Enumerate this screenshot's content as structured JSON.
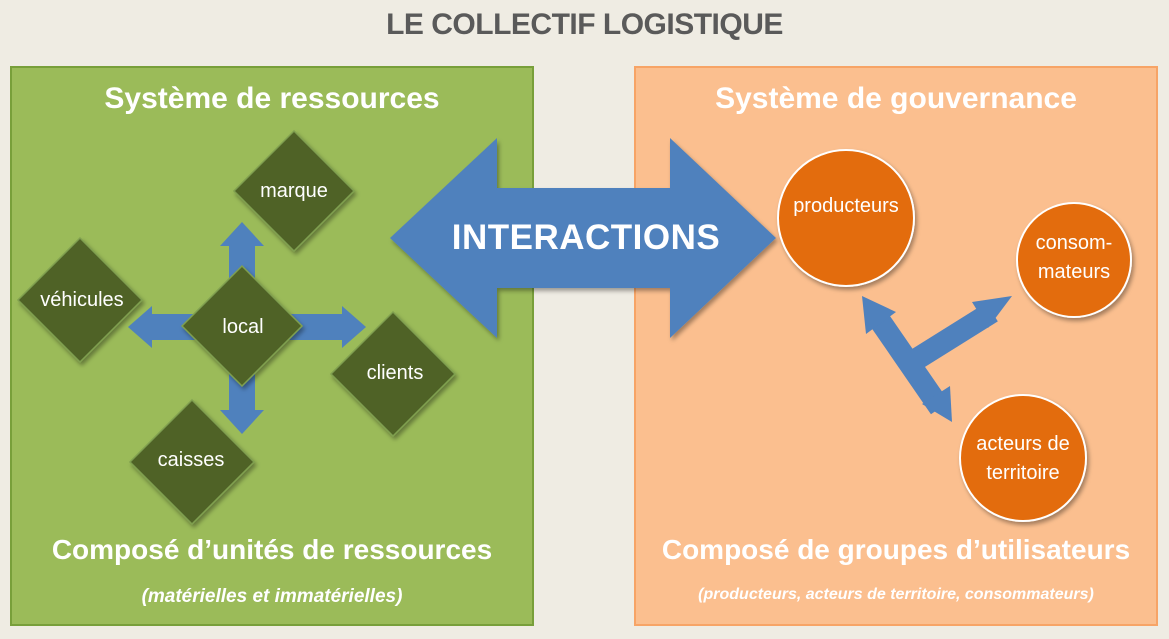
{
  "title": "LE COLLECTIF LOGISTIQUE",
  "left": {
    "title": "Système de ressources",
    "subtitle": "Composé d’unités de ressources",
    "note": "(matérielles et immatérielles)",
    "nodes": {
      "local": "local",
      "marque": "marque",
      "vehicules": "véhicules",
      "clients": "clients",
      "caisses": "caisses"
    }
  },
  "center": {
    "label": "INTERACTIONS"
  },
  "right": {
    "title": "Système de gouvernance",
    "subtitle": "Composé de groupes d’utilisateurs",
    "note": "(producteurs, acteurs de territoire, consommateurs)",
    "nodes": {
      "producteurs": "producteurs",
      "consommateurs_line1": "consom-",
      "consommateurs_line2": "mateurs",
      "acteurs_line1": "acteurs de",
      "acteurs_line2": "territoire"
    }
  },
  "colors": {
    "left_panel": "#9bbb59",
    "right_panel": "#fbbf8f",
    "diamond": "#4f6228",
    "circle": "#e36c09",
    "arrow": "#4f81bd"
  }
}
